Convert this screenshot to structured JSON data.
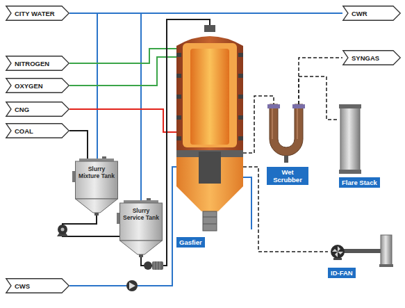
{
  "diagram": {
    "nodes": [
      {
        "text": [
          "CITY WATER"
        ]
      },
      {
        "text": [
          "CWR"
        ]
      },
      {
        "text": [
          "NITROGEN"
        ]
      },
      {
        "text": [
          "OXYGEN"
        ]
      },
      {
        "text": [
          "CNG"
        ]
      },
      {
        "text": [
          "COAL"
        ]
      },
      {
        "text": [
          "Slurry Mixture Tank"
        ]
      },
      {
        "text": [
          "Slurry Service Tank"
        ]
      },
      {
        "text": [
          "Gasfier"
        ]
      },
      {
        "text": [
          "Wet Scrubber"
        ]
      },
      {
        "text": [
          "SYNGAS"
        ]
      },
      {
        "text": [
          "Flare Stack"
        ]
      },
      {
        "text": [
          "ID-FAN"
        ]
      },
      {
        "text": [
          "CWS"
        ]
      }
    ],
    "edges": [
      {
        "from": 0,
        "to": 1,
        "arrow": "none"
      },
      {
        "from": 0,
        "to": 6,
        "arrow": "none"
      },
      {
        "from": 0,
        "to": 7,
        "arrow": "none"
      },
      {
        "from": 2,
        "to": 8,
        "arrow": "none"
      },
      {
        "from": 3,
        "to": 8,
        "arrow": "none"
      },
      {
        "from": 4,
        "to": 8,
        "arrow": "none"
      },
      {
        "from": 5,
        "to": 6,
        "arrow": "none"
      },
      {
        "from": 6,
        "to": 7,
        "arrow": "none"
      },
      {
        "from": 7,
        "to": 8,
        "arrow": "none"
      },
      {
        "from": 13,
        "to": 8,
        "arrow": "none"
      },
      {
        "from": 8,
        "to": 9,
        "arrow": "none"
      },
      {
        "from": 9,
        "to": 10,
        "arrow": "none"
      },
      {
        "from": 9,
        "to": 11,
        "arrow": "none"
      },
      {
        "from": 8,
        "to": 12,
        "arrow": "none"
      }
    ]
  }
}
